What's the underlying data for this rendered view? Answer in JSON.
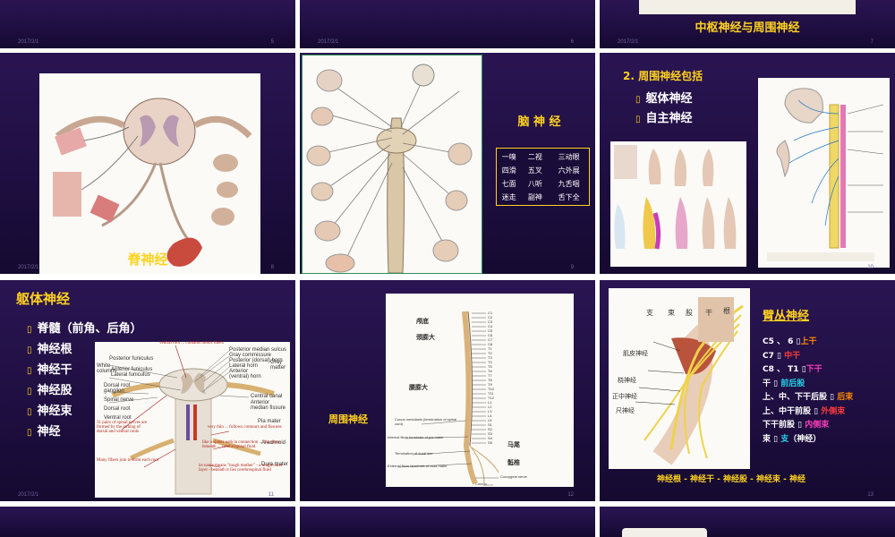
{
  "footer": {
    "date": "2017/2/1"
  },
  "slides": {
    "r1c1": {
      "page": "5"
    },
    "r1c2": {
      "page": "6"
    },
    "r1c3": {
      "title": "中枢神经与周围神经",
      "page": "7"
    },
    "r2c1": {
      "title": "脊神经",
      "page": "8"
    },
    "r2c2": {
      "title": "脑 神 经",
      "mnemonic": [
        [
          "一嗅",
          "二视",
          "三动眼"
        ],
        [
          "四滑",
          "五叉",
          "六外展"
        ],
        [
          "七面",
          "八听",
          "九舌咽"
        ],
        [
          "迷走",
          "副神",
          "舌下全"
        ]
      ],
      "page": "9"
    },
    "r2c3": {
      "heading": "2. 周围神经包括",
      "items": [
        "躯体神经",
        "自主神经"
      ],
      "page": "10"
    },
    "r3c1": {
      "heading": "躯体神经",
      "items": [
        "脊髓（前角、后角）",
        "神经根",
        "神经干",
        "神经股",
        "神经束",
        "神经"
      ],
      "fig_labels": {
        "ventral_root": "ventral root ... contains motor fibers",
        "posterior_median_sulcus": "Posterior median sulcus",
        "gray_commissure": "Gray commissure",
        "posterior_horn": "Posterior (dorsal) horn",
        "lateral_horn": "Lateral horn",
        "anterior_horn": "Anterior (ventral) horn",
        "gray_matter": "Gray matter",
        "posterior_funiculus": "Posterior funiculus",
        "white_columns": "White columns",
        "anterior_funiculus": "Anterior funiculus",
        "lateral_funiculus": "Lateral funiculus",
        "dorsal_root_ganglion": "Dorsal root ganglion",
        "spinal_nerve": "Spinal nerve",
        "dorsal_root": "Dorsal root",
        "ventral_root_s": "Ventral root",
        "central_canal": "Central canal",
        "anterior_median_fissure": "Anterior median fissure",
        "pia_mater": "Pia mater",
        "arachnoid": "Arachnoid",
        "dura_mater": "Dura mater",
        "pairs": "31 pairs of spinal nerves are formed by the joining of dorsal and ventral roots",
        "many_fibers": "Many fibers join to form each root",
        "pia_note": "very thin ... follows contours and fissures",
        "arach_note": "like a spider web in connection ... the space beneath ... cerebrospinal fluid",
        "dura_note": "its name means \"tough mother\" - a tough outer layer - beneath it lies cerebrospinal fluid"
      },
      "page": "11"
    },
    "r3c2": {
      "title": "周围神经",
      "labels": {
        "cervical_enlargement": "颈膨大",
        "lumbar_enlargement": "腰膨大",
        "cauda": "马尾",
        "sacral": "骶椎",
        "top": "颅底",
        "conus": "Conus medullaris (termination of spinal cord)",
        "pia_term": "Internal filum terminale of pia mater",
        "dural_term": "Termination of dural sac",
        "ext_term": "External filum terminale of dura mater",
        "coccygeal": "Coccygeal nerve",
        "coccyx": "Coccyx"
      },
      "vertebrae": [
        "C1",
        "C2",
        "C3",
        "C4",
        "C5",
        "C6",
        "C7",
        "C8",
        "T1",
        "T2",
        "T3",
        "T4",
        "T5",
        "T6",
        "T7",
        "T8",
        "T9",
        "T10",
        "T11",
        "T12",
        "L1",
        "L2",
        "L3",
        "L4",
        "L5",
        "S1",
        "S2",
        "S3",
        "S4",
        "S5"
      ],
      "page": "12"
    },
    "r3c3": {
      "heading": "臂丛神经",
      "top_labels": [
        "支",
        "束",
        "股",
        "干",
        "根"
      ],
      "side_labels": [
        "肌皮神经",
        "桡神经",
        "正中神经",
        "尺神经"
      ],
      "lines": [
        {
          "a": "C5 、 6",
          "b": "上干"
        },
        {
          "a": "C7",
          "b": "中干"
        },
        {
          "a": "C8 、 T1",
          "b": "下干"
        },
        {
          "a": "干",
          "b": "前后股"
        },
        {
          "a": "上、中、下干后股",
          "b": "后束"
        },
        {
          "a": "上、中干前股",
          "b": "外侧束"
        },
        {
          "a": "下干前股",
          "b": "内侧束"
        },
        {
          "a": "束",
          "b": "支",
          "c": "（神经）"
        }
      ],
      "footer": "神经根 - 神经干 - 神经股 - 神经束 - 神经",
      "page": "13"
    }
  },
  "colors": {
    "bg": "#1e0e40",
    "yellow": "#ffd21f",
    "orange": "#ff8a00",
    "red": "#ff3b3b",
    "pink": "#ff3dbd",
    "cyan": "#22d4e8"
  }
}
